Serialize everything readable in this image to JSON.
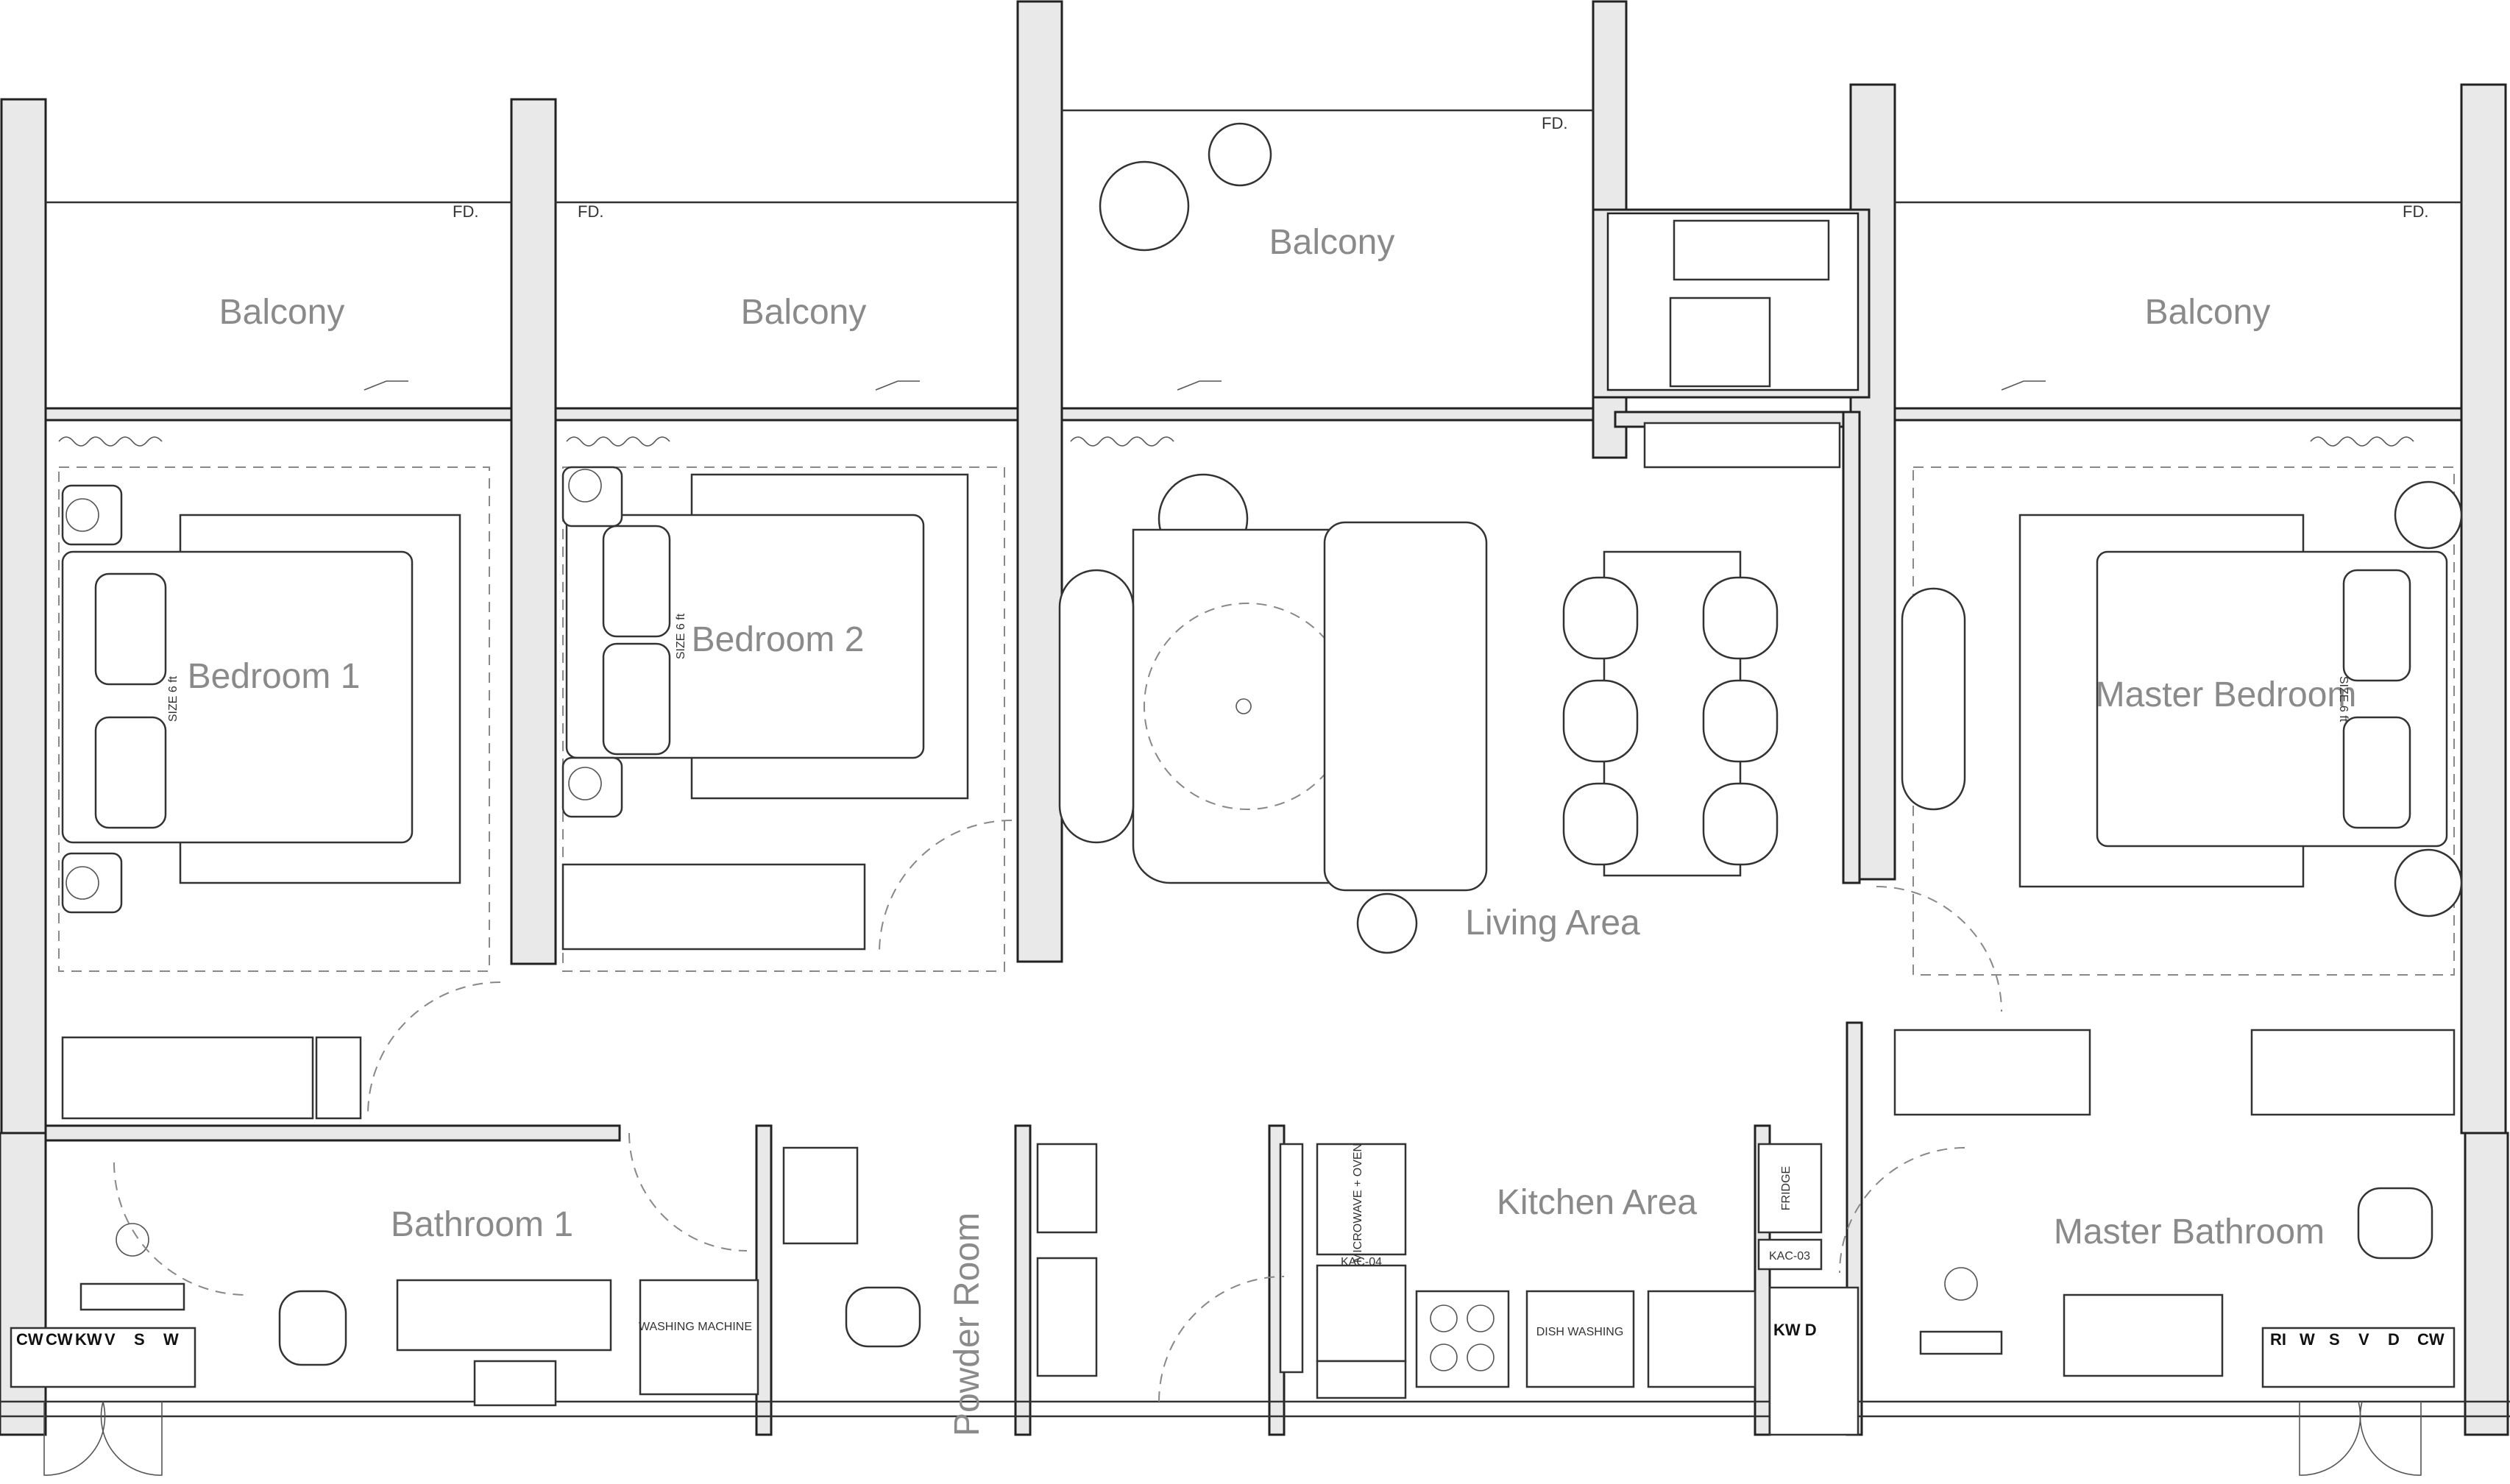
{
  "rooms": {
    "balcony_1": "Balcony",
    "balcony_2": "Balcony",
    "balcony_3": "Balcony",
    "balcony_4": "Balcony",
    "bedroom_1": "Bedroom 1",
    "bedroom_2": "Bedroom 2",
    "master_bedroom": "Master Bedroom",
    "living_area": "Living Area",
    "kitchen_area": "Kitchen Area",
    "bathroom_1": "Bathroom 1",
    "powder_room": "Powder Room",
    "master_bathroom": "Master Bathroom"
  },
  "drains": {
    "fd_1": "FD.",
    "fd_2": "FD.",
    "fd_3": "FD.",
    "fd_4": "FD."
  },
  "fixtures": {
    "microwave": "MICROWAVE + OVEN",
    "kac_04": "KAC-04",
    "kac_03": "KAC-03",
    "fridge": "FRIDGE",
    "dish_washing": "DISH WASHING",
    "washing_machine": "WASHING MACHINE",
    "bed_size_1": "SIZE 6 ft",
    "bed_size_2": "SIZE 6 ft",
    "bed_size_3": "SIZE 6 ft",
    "kw_d": "KW  D"
  },
  "meters_left": [
    "CW",
    "CW",
    "KW",
    "V",
    "S",
    "W"
  ],
  "meters_right": [
    "RI",
    "W",
    "S",
    "V",
    "D",
    "CW"
  ]
}
